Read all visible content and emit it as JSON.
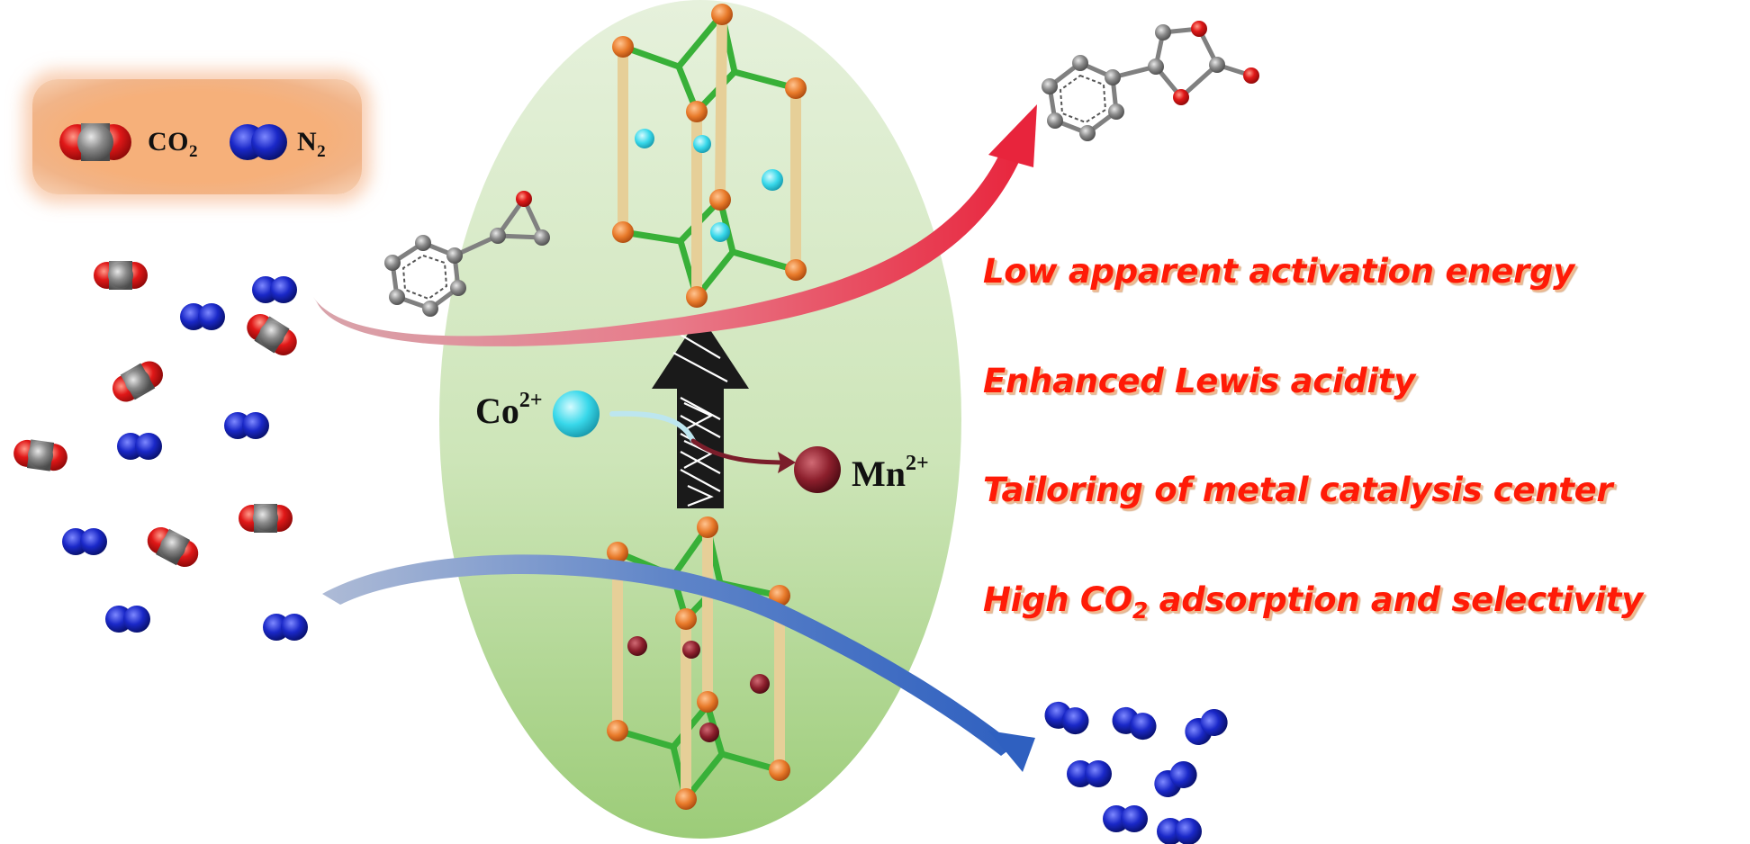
{
  "legend": {
    "co2_label": "CO",
    "co2_subscript": "2",
    "n2_label": "N",
    "n2_subscript": "2"
  },
  "ions": {
    "cobalt_label": "Co",
    "cobalt_charge": "2+",
    "manganese_label": "Mn",
    "manganese_charge": "2+"
  },
  "properties": [
    "Low apparent activation energy",
    "Enhanced Lewis acidity",
    "Tailoring of metal catalysis center"
  ],
  "property_last": {
    "prefix": "High CO",
    "subscript": "2",
    "suffix": " adsorption and selectivity"
  },
  "colors": {
    "oxygen": "#e01818",
    "carbon": "#8a8a8a",
    "nitrogen": "#1a28c8",
    "cobalt_ion": "#38d8ea",
    "manganese_ion": "#8c1f2c",
    "framework_node": "#e87a2a",
    "framework_bond": "#38b038",
    "framework_pillar": "#e6cf98",
    "property_text": "#ff1b07"
  }
}
